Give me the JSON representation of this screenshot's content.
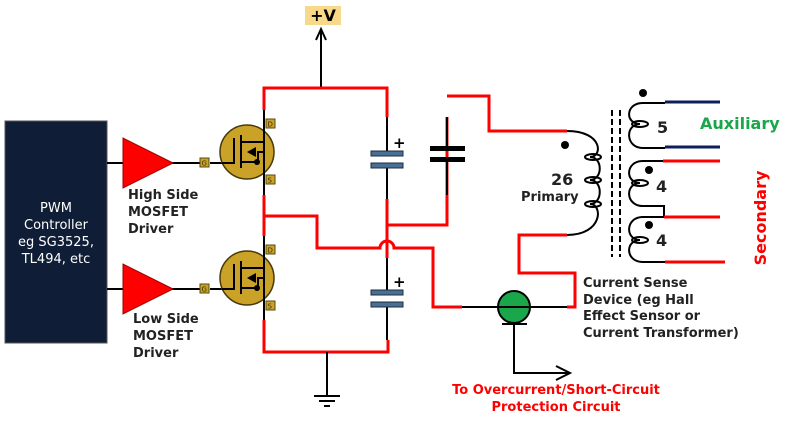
{
  "supply": {
    "label": "+V"
  },
  "pwm": {
    "lines": [
      "PWM",
      "Controller",
      "eg SG3525,",
      "TL494, etc"
    ]
  },
  "high_driver": {
    "lines": [
      "High Side",
      "MOSFET",
      "Driver"
    ]
  },
  "low_driver": {
    "lines": [
      "Low Side",
      "MOSFET",
      "Driver"
    ]
  },
  "mosfet_pins": {
    "gate": "G",
    "drain": "D",
    "source": "S"
  },
  "capacitor": {
    "polarity": "+"
  },
  "transformer": {
    "primary_turns": "26",
    "primary_label": "Primary",
    "aux_turns": "5",
    "aux_label": "Auxiliary",
    "sec_turns_1": "4",
    "sec_turns_2": "4",
    "secondary_label": "Secondary"
  },
  "sensor": {
    "lines": [
      "Current Sense",
      "Device (eg Hall",
      "Effect Sensor or",
      "Current Transformer)"
    ]
  },
  "protection": {
    "lines": [
      "To Overcurrent/Short-Circuit",
      "Protection Circuit"
    ]
  },
  "colors": {
    "wire": "#ff0000",
    "pwm_box": "#0f1e36",
    "driver": "#ff0000",
    "mosfet": "#c9a227",
    "sensor": "#1aa64a",
    "aux": "#1aa64a",
    "aux_wire": "#0b1f5c",
    "supply_box": "#f8d98a",
    "capacitor": "#4a6f96"
  }
}
